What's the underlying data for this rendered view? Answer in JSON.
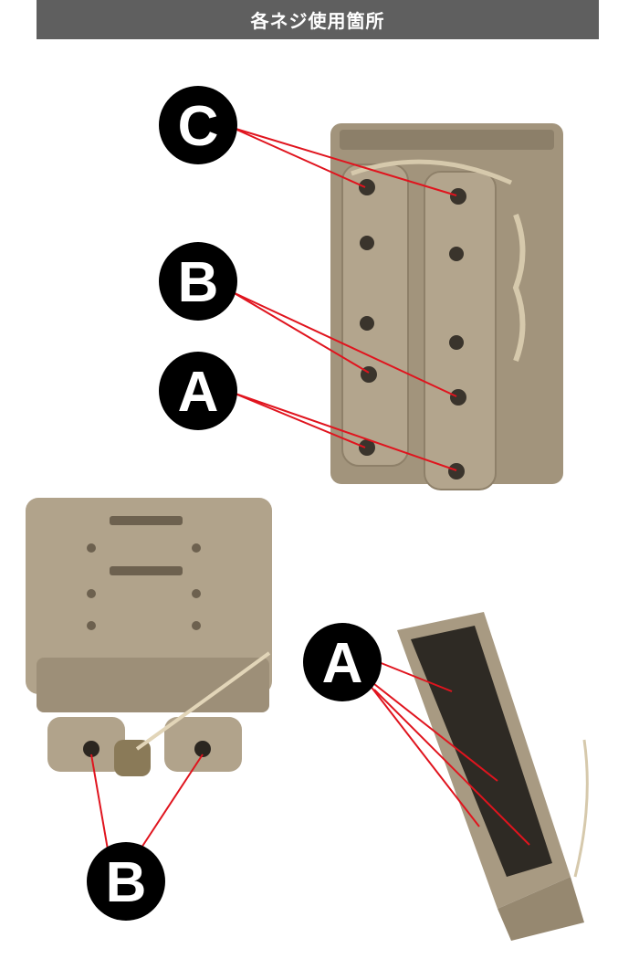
{
  "header": {
    "title": "各ネジ使用箇所"
  },
  "labels": {
    "c_top": "C",
    "b_top": "B",
    "a_top": "A",
    "a_bottom": "A",
    "b_bottom": "B"
  },
  "colors": {
    "header_bg": "#5f5f5f",
    "product": "#a89a82",
    "line": "#e0141e",
    "badge": "#000000"
  }
}
